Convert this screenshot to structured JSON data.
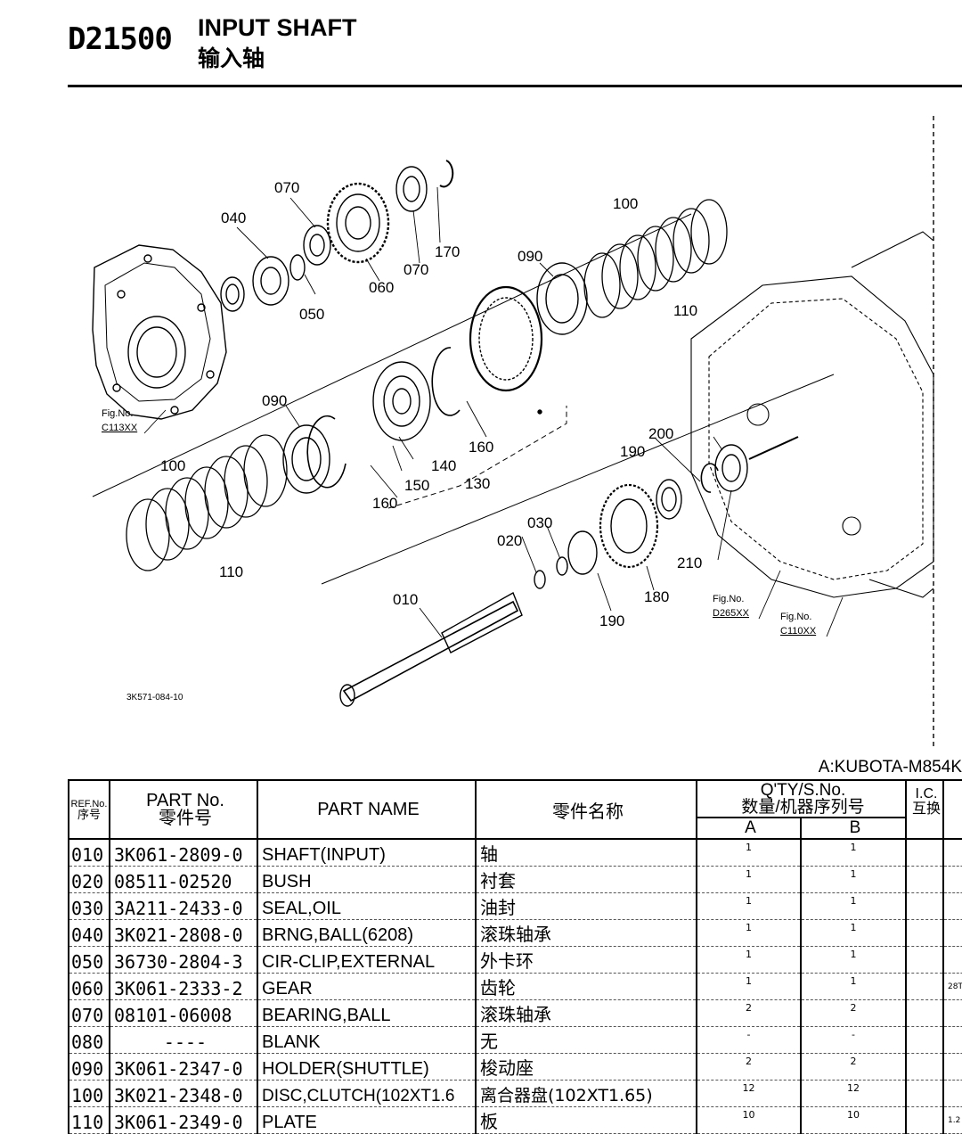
{
  "header": {
    "code": "D21500",
    "title_en": "INPUT SHAFT",
    "title_cn": "输入轴"
  },
  "diagram": {
    "drawing_number": "3K571-084-10",
    "callouts": [
      "010",
      "020",
      "030",
      "040",
      "050",
      "060",
      "070",
      "070",
      "090",
      "090",
      "100",
      "100",
      "110",
      "110",
      "130",
      "140",
      "150",
      "160",
      "160",
      "170",
      "180",
      "190",
      "190",
      "200",
      "210"
    ],
    "fig_refs": [
      {
        "label": "Fig.No.",
        "code": "C113XX"
      },
      {
        "label": "Fig.No.",
        "code": "D265XX"
      },
      {
        "label": "Fig.No.",
        "code": "C110XX"
      }
    ]
  },
  "table": {
    "model_label": "A:KUBOTA-M854K",
    "headers": {
      "ref_en": "REF.No.",
      "ref_cn": "序号",
      "part_en": "PART No.",
      "part_cn": "零件号",
      "name_en": "PART NAME",
      "name_cn": "零件名称",
      "qty": "Q'TY/S.No.",
      "qty_cn": "数量/机器序列号",
      "col_a": "A",
      "col_b": "B",
      "ic": "I.C.",
      "ic_cn": "互换"
    },
    "rows": [
      {
        "ref": "010",
        "part": "3K061-2809-0",
        "name": "SHAFT(INPUT)",
        "cn": "轴",
        "a": "1",
        "b": "1",
        "rem": ""
      },
      {
        "ref": "020",
        "part": "08511-02520",
        "name": "BUSH",
        "cn": "衬套",
        "a": "1",
        "b": "1",
        "rem": ""
      },
      {
        "ref": "030",
        "part": "3A211-2433-0",
        "name": "SEAL,OIL",
        "cn": "油封",
        "a": "1",
        "b": "1",
        "rem": ""
      },
      {
        "ref": "040",
        "part": "3K021-2808-0",
        "name": "BRNG,BALL(6208)",
        "cn": "滚珠轴承",
        "a": "1",
        "b": "1",
        "rem": ""
      },
      {
        "ref": "050",
        "part": "36730-2804-3",
        "name": "CIR-CLIP,EXTERNAL",
        "cn": "外卡环",
        "a": "1",
        "b": "1",
        "rem": ""
      },
      {
        "ref": "060",
        "part": "3K061-2333-2",
        "name": "GEAR",
        "cn": "齿轮",
        "a": "1",
        "b": "1",
        "rem": "28T"
      },
      {
        "ref": "070",
        "part": "08101-06008",
        "name": "BEARING,BALL",
        "cn": "滚珠轴承",
        "a": "2",
        "b": "2",
        "rem": ""
      },
      {
        "ref": "080",
        "part": "----",
        "name": "BLANK",
        "cn": "无",
        "a": "-",
        "b": "-",
        "rem": ""
      },
      {
        "ref": "090",
        "part": "3K061-2347-0",
        "name": "HOLDER(SHUTTLE)",
        "cn": "梭动座",
        "a": "2",
        "b": "2",
        "rem": ""
      },
      {
        "ref": "100",
        "part": "3K021-2348-0",
        "name": "DISC,CLUTCH(102XT1.6",
        "cn": "离合器盘(102XT1.65)",
        "a": "12",
        "b": "12",
        "rem": ""
      },
      {
        "ref": "110",
        "part": "3K061-2349-0",
        "name": "PLATE",
        "cn": "板",
        "a": "10",
        "b": "10",
        "rem": "1.2"
      }
    ]
  }
}
